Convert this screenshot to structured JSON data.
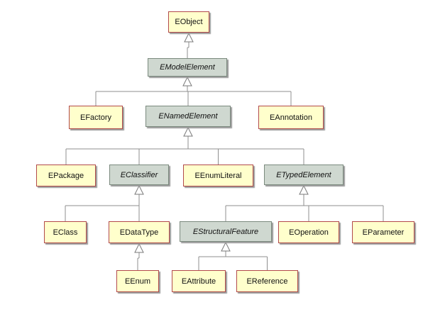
{
  "classes": {
    "eobject": {
      "label": "EObject",
      "abstract": false
    },
    "emodelelement": {
      "label": "EModelElement",
      "abstract": true
    },
    "efactory": {
      "label": "EFactory",
      "abstract": false
    },
    "enamedelement": {
      "label": "ENamedElement",
      "abstract": true
    },
    "eannotation": {
      "label": "EAnnotation",
      "abstract": false
    },
    "epackage": {
      "label": "EPackage",
      "abstract": false
    },
    "eclassifier": {
      "label": "EClassifier",
      "abstract": true
    },
    "eenumliteral": {
      "label": "EEnumLiteral",
      "abstract": false
    },
    "etypedelement": {
      "label": "ETypedElement",
      "abstract": true
    },
    "eclass": {
      "label": "EClass",
      "abstract": false
    },
    "edatatype": {
      "label": "EDataType",
      "abstract": false
    },
    "estructuralfeature": {
      "label": "EStructuralFeature",
      "abstract": true
    },
    "eoperation": {
      "label": "EOperation",
      "abstract": false
    },
    "eparameter": {
      "label": "EParameter",
      "abstract": false
    },
    "eenum": {
      "label": "EEnum",
      "abstract": false
    },
    "eattribute": {
      "label": "EAttribute",
      "abstract": false
    },
    "ereference": {
      "label": "EReference",
      "abstract": false
    }
  },
  "inheritance": [
    {
      "parent": "eobject",
      "children": [
        "emodelelement"
      ]
    },
    {
      "parent": "emodelelement",
      "children": [
        "efactory",
        "enamedelement",
        "eannotation"
      ]
    },
    {
      "parent": "enamedelement",
      "children": [
        "epackage",
        "eclassifier",
        "eenumliteral",
        "etypedelement"
      ]
    },
    {
      "parent": "eclassifier",
      "children": [
        "eclass",
        "edatatype"
      ]
    },
    {
      "parent": "etypedelement",
      "children": [
        "estructuralfeature",
        "eoperation",
        "eparameter"
      ]
    },
    {
      "parent": "edatatype",
      "children": [
        "eenum"
      ]
    },
    {
      "parent": "estructuralfeature",
      "children": [
        "eattribute",
        "ereference"
      ]
    }
  ],
  "colors": {
    "concrete_fill": "#ffffcc",
    "concrete_border": "#b24a4a",
    "abstract_fill": "#cfd8d0",
    "abstract_border": "#7b8a7e",
    "connector": "#8f8f8f"
  }
}
